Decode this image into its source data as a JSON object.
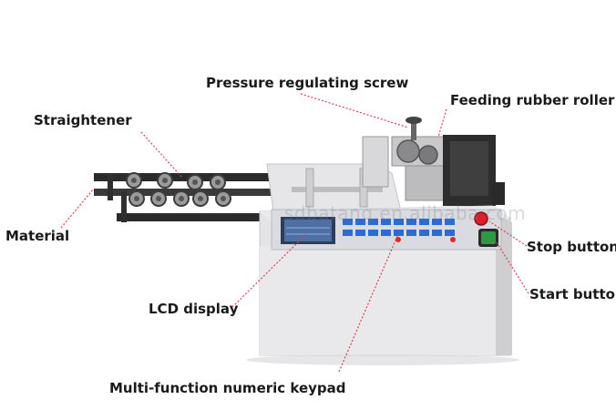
{
  "labels": {
    "pressure_screw": "Pressure regulating screw",
    "feeding_roller": "Feeding rubber roller",
    "straightener": "Straightener",
    "material": "Material",
    "stop_button": "Stop button",
    "start_button": "Start button",
    "lcd_display": "LCD display",
    "keypad": "Multi-function numeric keypad"
  },
  "watermark": "sdbatang.en.alibaba.com",
  "colors": {
    "leader": "#e0404a",
    "label_text": "#1a1a1a",
    "cabinet": "#e4e4e6",
    "panel": "#d9dbe0",
    "keypad": "#2a6bd6",
    "lcd": "#4d6fa3",
    "stop_button": "#e01e2a",
    "start_button": "#2d9a43"
  }
}
